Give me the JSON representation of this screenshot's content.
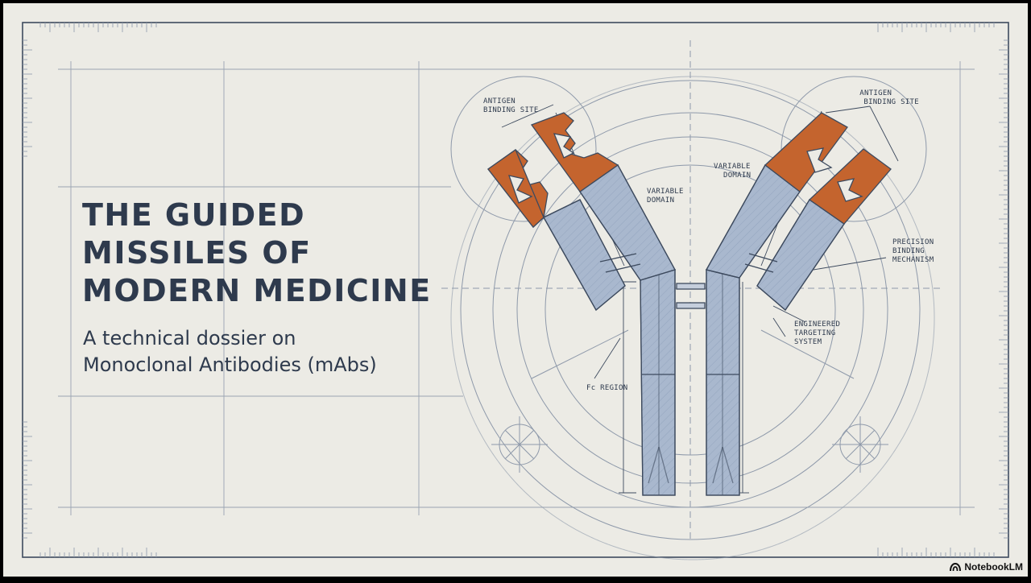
{
  "title_lines": [
    "THE GUIDED",
    "MISSILES OF",
    "MODERN MEDICINE"
  ],
  "subtitle_lines": [
    "A technical dossier on",
    "Monoclonal Antibodies (mAbs)"
  ],
  "labels": {
    "antigen_left": [
      "ANTIGEN",
      "BINDING SITE"
    ],
    "antigen_right": [
      "ANTIGEN",
      "BINDING SITE"
    ],
    "variable_left": [
      "VARIABLE",
      "DOMAIN"
    ],
    "variable_right": [
      "VARIABLE",
      "DOMAIN"
    ],
    "precision": [
      "PRECISION",
      "BINDING",
      "MECHANISM"
    ],
    "engineered": [
      "ENGINEERED",
      "TARGETING",
      "SYSTEM"
    ],
    "fc": "Fc REGION"
  },
  "brand": "NotebookLM",
  "colors": {
    "paper": "#ecebe5",
    "ink": "#2e3a4d",
    "steel": "#a9b8ce",
    "copper": "#c4642e"
  }
}
